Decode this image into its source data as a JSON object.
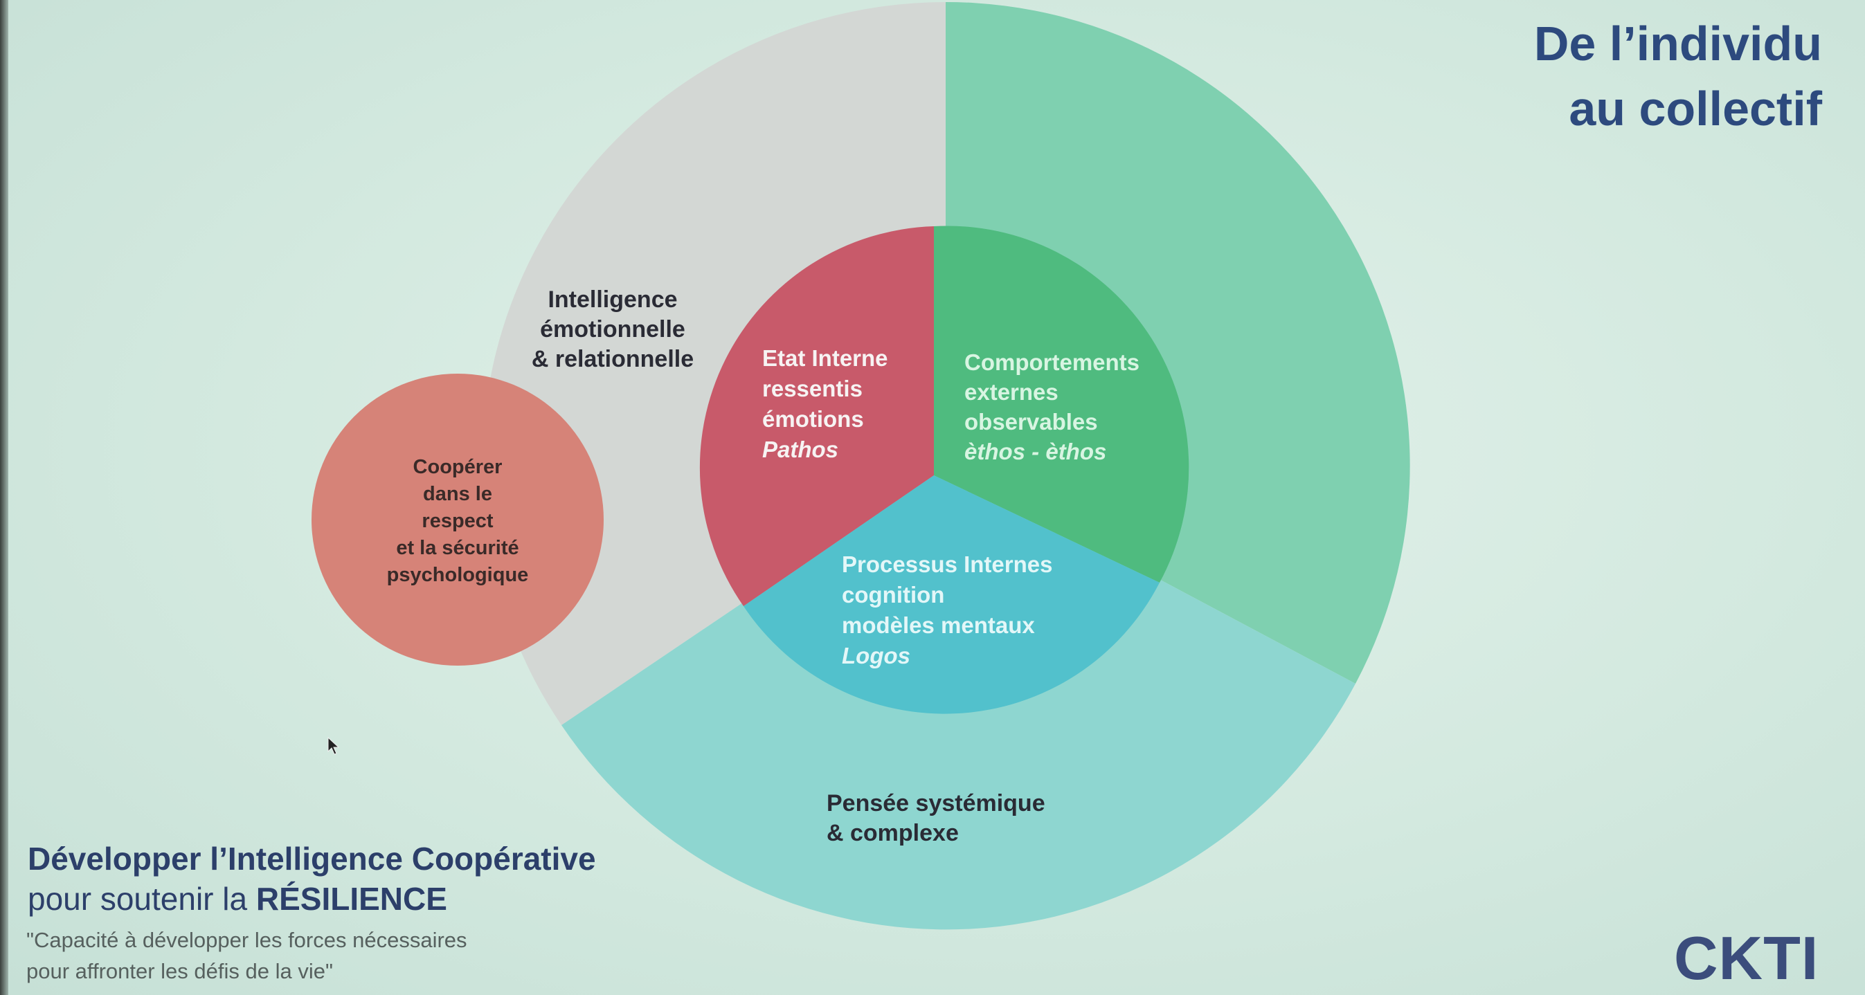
{
  "header": {
    "title_lines": [
      "De l’individu",
      "au collectif"
    ]
  },
  "diagram": {
    "outer_segments": {
      "emotional": {
        "lines": [
          "Intelligence",
          "émotionnelle",
          "& relationnelle"
        ],
        "color": "#d3d7d4"
      },
      "behavioral": {
        "color": "#7fd0b0"
      },
      "systemic": {
        "lines": [
          "Pensée systémique",
          "& complexe"
        ],
        "color": "#8ed6d0"
      }
    },
    "inner_segments": {
      "internal_state": {
        "lines": [
          "Etat Interne",
          "ressentis",
          "émotions"
        ],
        "italic": "Pathos",
        "color": "#c85a6a"
      },
      "external_behaviors": {
        "lines": [
          "Comportements",
          "externes",
          "observables"
        ],
        "italic": "èthos - èthos",
        "color": "#4fbb7f"
      },
      "internal_processes": {
        "lines": [
          "Processus Internes",
          "cognition",
          "modèles mentaux"
        ],
        "italic": "Logos",
        "color": "#52c1cc"
      }
    },
    "side_circle": {
      "lines": [
        "Coopérer",
        "dans le",
        "respect",
        "et la sécurité",
        "psychologique"
      ],
      "color": "#d68378"
    }
  },
  "footer": {
    "title_line1": "Développer l’Intelligence Coopérative",
    "title_line2_prefix": "pour soutenir la ",
    "title_line2_emph": "RÉSILIENCE",
    "quote_lines": [
      "\"Capacité à développer les forces nécessaires",
      "pour affronter les défis de la vie\""
    ],
    "logo": "CKTI"
  }
}
